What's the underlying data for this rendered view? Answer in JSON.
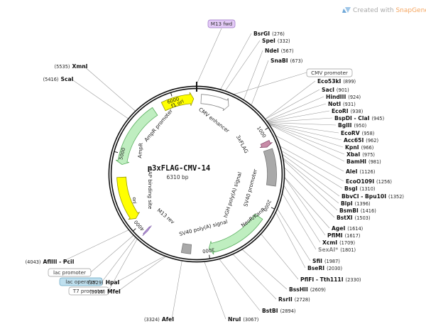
{
  "watermark": {
    "text": "Created with ",
    "brand": "SnapGene",
    "mark": "®",
    "brand_color": "#f5a55f"
  },
  "plasmid": {
    "name": "p3xFLAG-CMV-14",
    "length_label": "6310 bp",
    "total_bp": 6310
  },
  "ticks": [
    {
      "bp": 1000,
      "label": "1000"
    },
    {
      "bp": 2000,
      "label": "2000"
    },
    {
      "bp": 3000,
      "label": "3000"
    },
    {
      "bp": 4000,
      "label": "4000"
    },
    {
      "bp": 5000,
      "label": "5000"
    },
    {
      "bp": 6000,
      "label": "6000"
    }
  ],
  "features": [
    {
      "name": "CMV enhancer",
      "start": 60,
      "end": 440,
      "color": "#ffffff",
      "stroke": "#888888",
      "dir": 1
    },
    {
      "name": "3xFLAG",
      "start": 1140,
      "end": 1210,
      "color": "#c88ca8",
      "stroke": "#8a5070",
      "dir": 1
    },
    {
      "name": "hGH poly(A) signal",
      "start": 1250,
      "end": 1730,
      "color": "#a9a9a9",
      "stroke": "#7a7a7a",
      "dir": 0
    },
    {
      "name": "NeoR/KanR",
      "start": 2180,
      "end": 2990,
      "color": "#bfeec0",
      "stroke": "#5caf60",
      "dir": 1
    },
    {
      "name": "SV40 poly(A) signal",
      "start": 3230,
      "end": 3350,
      "color": "#a9a9a9",
      "stroke": "#7a7a7a",
      "dir": 0
    },
    {
      "name": "M13 rev",
      "start": 3870,
      "end": 3890,
      "color": "#c3a3e0",
      "stroke": "#7d5aa8",
      "dir": -1
    },
    {
      "name": "ori",
      "start": 4100,
      "end": 4690,
      "color": "#ffff00",
      "stroke": "#999900",
      "dir": -1
    },
    {
      "name": "AmpR",
      "start": 4860,
      "end": 5720,
      "color": "#bfeec0",
      "stroke": "#5caf60",
      "dir": -1
    },
    {
      "name": "f1 ori",
      "start": 5850,
      "end": 6270,
      "color": "#ffff00",
      "stroke": "#999900",
      "dir": 1
    }
  ],
  "inner_labels": [
    {
      "text": "CMV enhancer"
    },
    {
      "text": "3xFLAG"
    },
    {
      "text": "SV40 promoter"
    },
    {
      "text": "hGH poly(A) signal"
    },
    {
      "text": "NeoR/KanR"
    },
    {
      "text": "SV40 poly(A) signal"
    },
    {
      "text": "M13 rev"
    },
    {
      "text": "CAP binding site"
    },
    {
      "text": "ori"
    },
    {
      "text": "AmpR"
    },
    {
      "text": "AmpR promoter"
    },
    {
      "text": "f1 ori"
    }
  ],
  "boxed_labels": [
    {
      "text": "M13 fwd",
      "fill": "#e4cbf7",
      "stroke": "#9a74c4",
      "bp": 6300
    },
    {
      "text": "CMV promoter",
      "fill": "#ffffff",
      "stroke": "#9a9a9a",
      "bp": 440
    },
    {
      "text": "lac promoter",
      "fill": "#ffffff",
      "stroke": "#9a9a9a",
      "bp": 3960
    },
    {
      "text": "lac operator",
      "fill": "#bfe0ef",
      "stroke": "#6aa6c4",
      "bp": 3925
    },
    {
      "text": "T7 promoter",
      "fill": "#ffffff",
      "stroke": "#9a9a9a",
      "bp": 3900
    }
  ],
  "sites_right": [
    {
      "name": "BsrGI",
      "pos": "(276)",
      "bp": 276
    },
    {
      "name": "SpeI",
      "pos": "(332)",
      "bp": 332
    },
    {
      "name": "NdeI",
      "pos": "(567)",
      "bp": 567
    },
    {
      "name": "SnaBI",
      "pos": "(673)",
      "bp": 673
    },
    {
      "name": "Eco53kI",
      "pos": "(899)",
      "bp": 899
    },
    {
      "name": "SacI",
      "pos": "(901)",
      "bp": 901
    },
    {
      "name": "HindIII",
      "pos": "(924)",
      "bp": 924
    },
    {
      "name": "NotI",
      "pos": "(931)",
      "bp": 931
    },
    {
      "name": "EcoRI",
      "pos": "(938)",
      "bp": 938
    },
    {
      "name": "BspDI - ClaI",
      "pos": "(945)",
      "bp": 945
    },
    {
      "name": "BglII",
      "pos": "(950)",
      "bp": 950
    },
    {
      "name": "EcoRV",
      "pos": "(958)",
      "bp": 958
    },
    {
      "name": "Acc65I",
      "pos": "(962)",
      "bp": 962
    },
    {
      "name": "KpnI",
      "pos": "(966)",
      "bp": 966
    },
    {
      "name": "XbaI",
      "pos": "(975)",
      "bp": 975
    },
    {
      "name": "BamHI",
      "pos": "(981)",
      "bp": 981
    },
    {
      "name": "AleI",
      "pos": "(1126)",
      "bp": 1126
    },
    {
      "name": "EcoO109I",
      "pos": "(1256)",
      "bp": 1256
    },
    {
      "name": "BsgI",
      "pos": "(1310)",
      "bp": 1310
    },
    {
      "name": "BbvCI - Bpu10I",
      "pos": "(1352)",
      "bp": 1352
    },
    {
      "name": "BlpI",
      "pos": "(1396)",
      "bp": 1396
    },
    {
      "name": "BsmBI",
      "pos": "(1416)",
      "bp": 1416
    },
    {
      "name": "BstXI",
      "pos": "(1503)",
      "bp": 1503
    },
    {
      "name": "AgeI",
      "pos": "(1614)",
      "bp": 1614
    },
    {
      "name": "PflMI",
      "pos": "(1617)",
      "bp": 1617
    },
    {
      "name": "XcmI",
      "pos": "(1709)",
      "bp": 1709
    },
    {
      "name": "SexAI*",
      "pos": "(1801)",
      "bp": 1801,
      "gray": true
    },
    {
      "name": "SfiI",
      "pos": "(1987)",
      "bp": 1987
    },
    {
      "name": "BseRI",
      "pos": "(2030)",
      "bp": 2030
    },
    {
      "name": "PflFI - Tth111I",
      "pos": "(2330)",
      "bp": 2330
    },
    {
      "name": "BssHII",
      "pos": "(2609)",
      "bp": 2609
    },
    {
      "name": "RsrII",
      "pos": "(2728)",
      "bp": 2728
    },
    {
      "name": "BstBI",
      "pos": "(2894)",
      "bp": 2894
    },
    {
      "name": "NruI",
      "pos": "(3067)",
      "bp": 3067
    }
  ],
  "sites_left": [
    {
      "name": "XmnI",
      "pos": "(5535)",
      "bp": 5535
    },
    {
      "name": "ScaI",
      "pos": "(5416)",
      "bp": 5416
    },
    {
      "name": "AflIII - PciI",
      "pos": "(4043)",
      "bp": 4043
    },
    {
      "name": "HpaI",
      "pos": "(3529)",
      "bp": 3529
    },
    {
      "name": "MfeI",
      "pos": "(3516)",
      "bp": 3516
    },
    {
      "name": "AfeI",
      "pos": "(3324)",
      "bp": 3324
    }
  ]
}
